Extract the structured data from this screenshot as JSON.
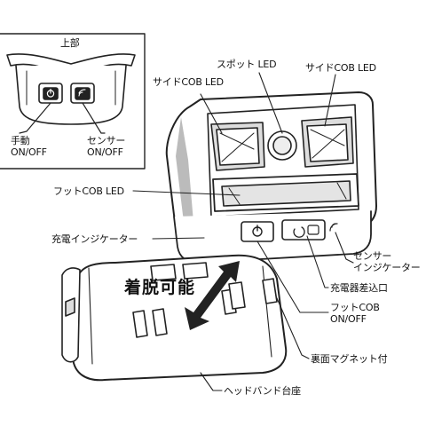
{
  "inset": {
    "top_label": "上部",
    "manual_label": [
      "手動",
      "ON/OFF"
    ],
    "sensor_label": [
      "センサー",
      "ON/OFF"
    ]
  },
  "labels": {
    "spot_led": "スポット LED",
    "side_cob_left": "サイドCOB LED",
    "side_cob_right": "サイドCOB LED",
    "foot_cob": "フットCOB LED",
    "charge_indicator": "充電インジケーター",
    "sensor_indicator": [
      "センサー",
      "インジケーター"
    ],
    "charge_port": "充電器差込口",
    "foot_cob_switch": [
      "フットCOB",
      "ON/OFF"
    ],
    "magnet": "裏面マグネット付",
    "headband_base": "ヘッドバンド台座",
    "detachable": "着脱可能"
  }
}
